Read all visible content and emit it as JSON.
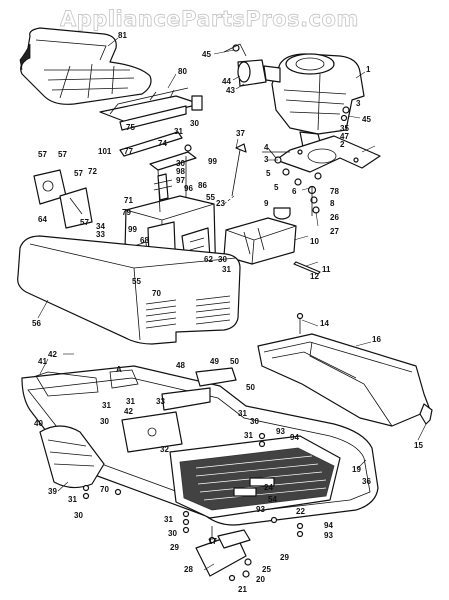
{
  "watermark": "AppliancePartsPros.com",
  "callouts": {
    "seat": "81",
    "seat_bracket": "80",
    "engine": "1",
    "engine_part_3": "3",
    "engine_part_45": "45",
    "engine_part_44": "44",
    "engine_part_43": "43",
    "engine_part_47": "47",
    "engine_part_35": "35",
    "engine_part_2": "2",
    "engine_part_4": "4",
    "engine_part_5": "5",
    "engine_part_6": "6",
    "engine_part_78": "78",
    "engine_part_8": "8",
    "engine_part_26": "26",
    "engine_part_27": "27",
    "tank": "10",
    "tank_cap": "9",
    "clip_12": "12",
    "clip_11": "11",
    "hood": "56",
    "gas_pedal_37": "37",
    "part_75": "75",
    "part_31a": "31",
    "part_30a": "30",
    "part_74": "74",
    "part_77": "77",
    "part_101": "101",
    "part_72": "72",
    "part_98": "98",
    "part_97": "97",
    "part_96": "96",
    "part_99": "99",
    "part_86": "86",
    "part_57a": "57",
    "part_57b": "57",
    "part_57c": "57",
    "part_57d": "57",
    "part_64": "64",
    "part_71": "71",
    "part_79": "79",
    "part_34": "34",
    "part_33": "33",
    "part_99b": "99",
    "part_68": "68",
    "part_55a": "55",
    "part_23": "23",
    "part_62": "62",
    "part_30b": "30",
    "part_31b": "31",
    "part_55b": "55",
    "part_70": "70",
    "part_14": "14",
    "console": "16",
    "part_15": "15",
    "part_42": "42",
    "part_41": "41",
    "part_A": "A",
    "part_48": "48",
    "part_49": "49",
    "part_50a": "50",
    "part_50b": "50",
    "part_40": "40",
    "part_31c": "31",
    "part_42b": "42",
    "part_30c": "30",
    "part_31d": "31",
    "part_33b": "33",
    "part_31e": "31",
    "part_30d": "30",
    "part_32": "32",
    "part_31f": "31",
    "part_94a": "94",
    "part_93a": "93",
    "frame": "19",
    "part_36": "36",
    "part_39": "39",
    "part_70b": "70",
    "part_31g": "31",
    "part_30e": "30",
    "part_24": "24",
    "part_54": "54",
    "part_93b": "93",
    "part_22": "22",
    "part_94b": "94",
    "part_93c": "93",
    "part_31h": "31",
    "part_30f": "30",
    "part_29a": "29",
    "part_17": "17",
    "part_29b": "29",
    "part_28": "28",
    "part_25": "25",
    "part_20": "20",
    "part_21": "21"
  }
}
